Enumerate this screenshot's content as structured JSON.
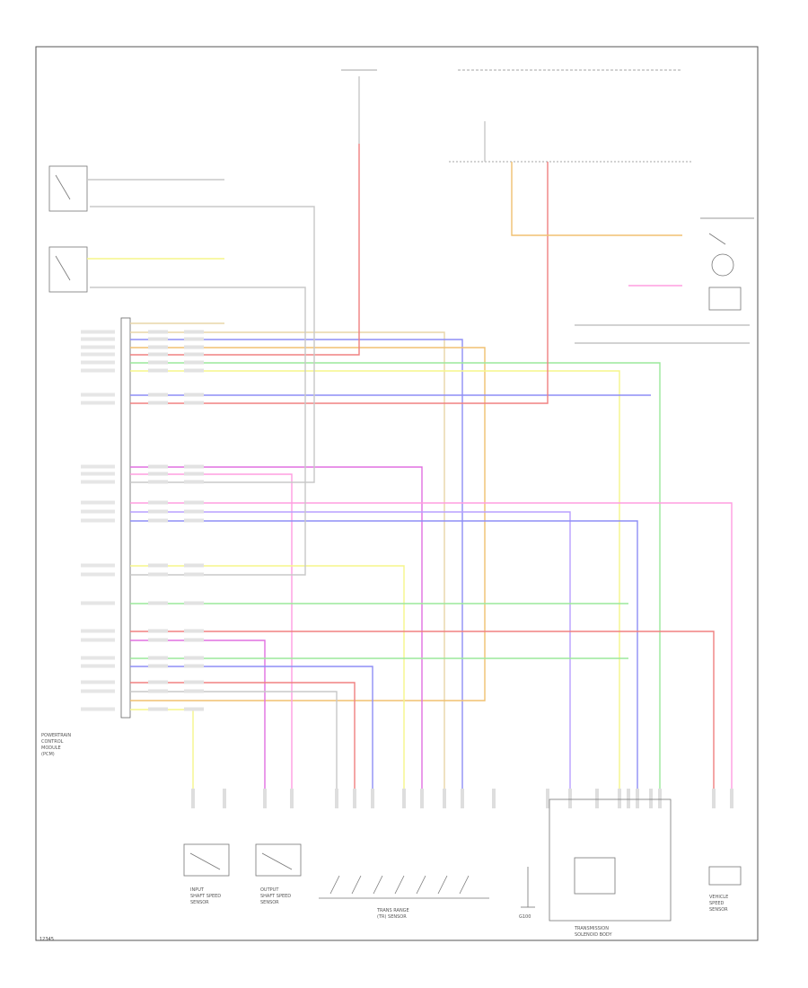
{
  "diagram": {
    "figure_id": "12345",
    "relay_caption": "TRANS RANGE SENSOR",
    "module_caption": [
      "POWERTRAIN",
      "CONTROL",
      "MODULE",
      "(PCM)"
    ],
    "bottom_captions": {
      "sensor1": [
        "INPUT",
        "SHAFT SPEED",
        "SENSOR"
      ],
      "sensor2": [
        "OUTPUT",
        "SHAFT SPEED",
        "SENSOR"
      ],
      "switches": [
        "TRANS RANGE",
        "(TR) SENSOR"
      ],
      "ground": [
        "G100"
      ],
      "solenoid_body": [
        "TRANSMISSION",
        "SOLENOID BODY"
      ],
      "vss": [
        "VEHICLE",
        "SPEED",
        "SENSOR"
      ]
    }
  }
}
